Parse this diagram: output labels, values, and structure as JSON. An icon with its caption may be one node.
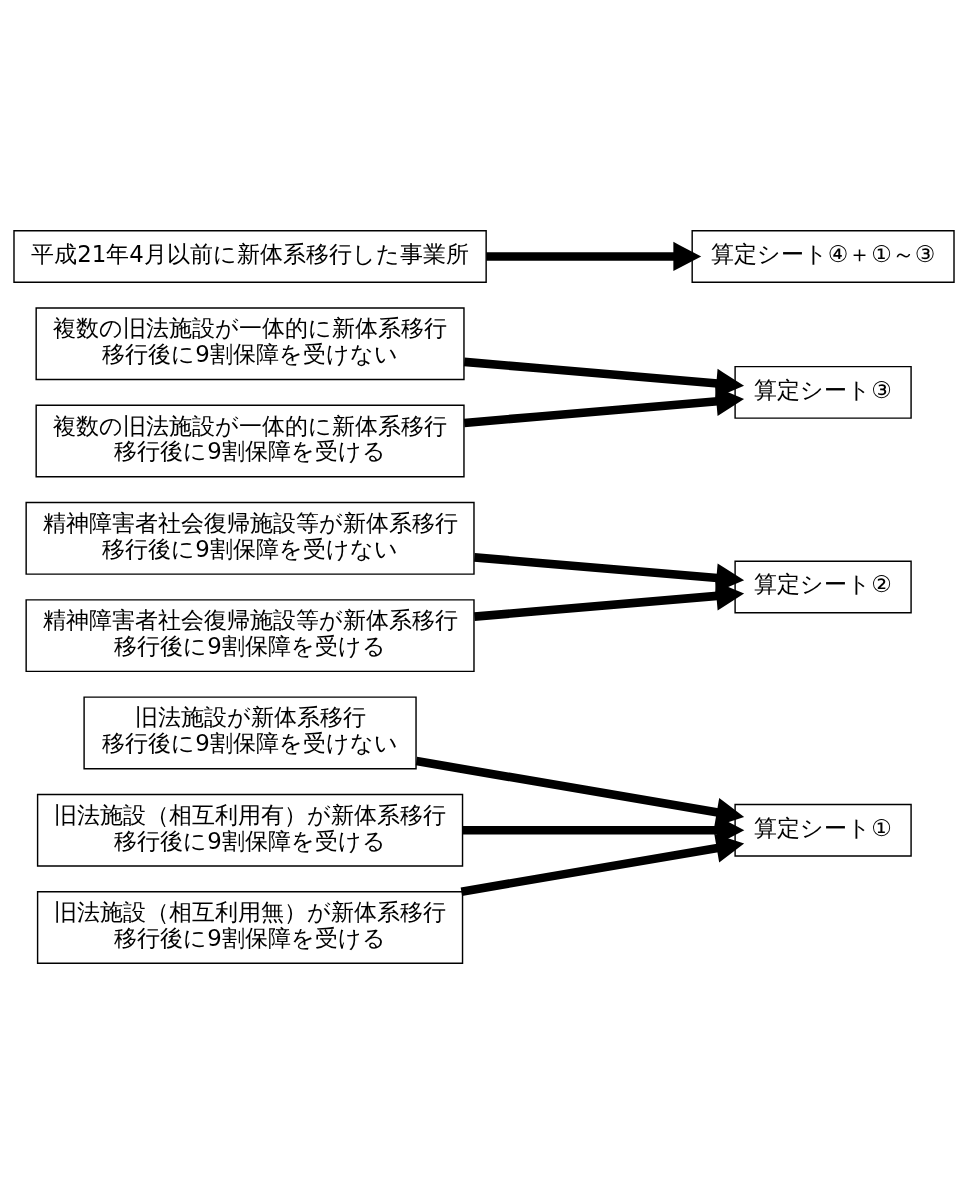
{
  "diagram": {
    "nodes": [
      {
        "text": [
          "旧法施設が新体系移行",
          "移行後に9割保障を受けない"
        ]
      },
      {
        "text": [
          "旧法施設（相互利用有）が新体系移行",
          "移行後に9割保障を受ける"
        ]
      },
      {
        "text": [
          "旧法施設（相互利用無）が新体系移行",
          "移行後に9割保障を受ける"
        ]
      },
      {
        "text": [
          "精神障害者社会復帰施設等が新体系移行",
          "移行後に9割保障を受けない"
        ]
      },
      {
        "text": [
          "精神障害者社会復帰施設等が新体系移行",
          "移行後に9割保障を受ける"
        ]
      },
      {
        "text": [
          "複数の旧法施設が一体的に新体系移行",
          "移行後に9割保障を受けない"
        ]
      },
      {
        "text": [
          "複数の旧法施設が一体的に新体系移行",
          "移行後に9割保障を受ける"
        ]
      },
      {
        "text": [
          "平成21年4月以前に新体系移行した事業所"
        ]
      },
      {
        "text": [
          "算定シート①"
        ]
      },
      {
        "text": [
          "算定シート②"
        ]
      },
      {
        "text": [
          "算定シート③"
        ]
      },
      {
        "text": [
          "算定シート④＋①～③"
        ]
      }
    ],
    "edges": [
      {
        "from": 0,
        "to": 8,
        "arrow": "to"
      },
      {
        "from": 1,
        "to": 8,
        "arrow": "to"
      },
      {
        "from": 2,
        "to": 8,
        "arrow": "to"
      },
      {
        "from": 3,
        "to": 9,
        "arrow": "to"
      },
      {
        "from": 4,
        "to": 9,
        "arrow": "to"
      },
      {
        "from": 5,
        "to": 10,
        "arrow": "to"
      },
      {
        "from": 6,
        "to": 10,
        "arrow": "to"
      },
      {
        "from": 7,
        "to": 11,
        "arrow": "to"
      }
    ]
  }
}
